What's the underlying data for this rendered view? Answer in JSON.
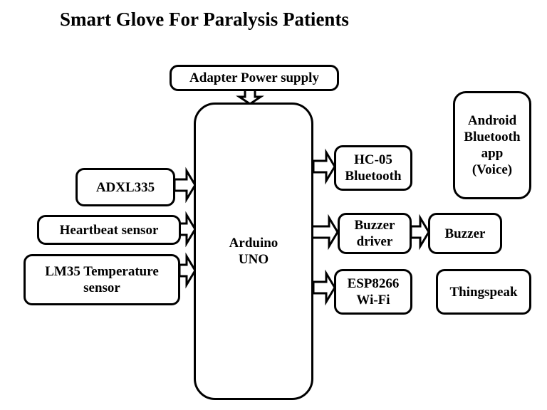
{
  "title": "Smart Glove For Paralysis Patients",
  "blocks": {
    "power": "Adapter Power supply",
    "arduino_line1": "Arduino",
    "arduino_line2": "UNO",
    "adxl": "ADXL335",
    "heartbeat": "Heartbeat sensor",
    "lm35_line1": "LM35 Temperature",
    "lm35_line2": "sensor",
    "hc05_line1": "HC-05",
    "hc05_line2": "Bluetooth",
    "buzzer_driver_line1": "Buzzer",
    "buzzer_driver_line2": "driver",
    "buzzer": "Buzzer",
    "esp_line1": "ESP8266",
    "esp_line2": "Wi-Fi",
    "android_line1": "Android",
    "android_line2": "Bluetooth",
    "android_line3": "app",
    "android_line4": "(Voice)",
    "thingspeak": "Thingspeak"
  }
}
